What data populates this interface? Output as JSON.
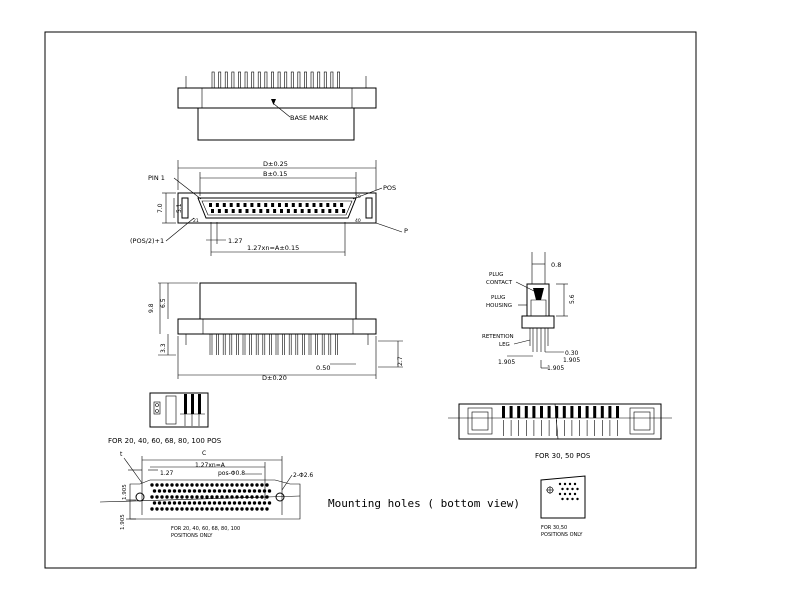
{
  "top_view": {
    "base_mark": "BASE MARK"
  },
  "front_view": {
    "d_tol": "D±0.25",
    "b_tol": "B±0.15",
    "pin1": "PIN 1",
    "pos": "POS",
    "pos_half": "(POS/2)+1",
    "p": "P",
    "pitch": "1.27",
    "pitch_a": "1.27xn=A±0.15",
    "h7": "7.0",
    "h51": "5.1",
    "pin_num_top": "20",
    "pin_num_bot": "40",
    "pin_num_left": "21"
  },
  "side_view": {
    "h98": "9.8",
    "h65": "6.5",
    "h33": "3.3",
    "d020": "D±0.20",
    "d050": "0.50",
    "h27": "2.7"
  },
  "detail_view": {
    "d08": "0.8",
    "plug_contact": [
      "PLUG",
      "CONTACT"
    ],
    "plug_housing": [
      "PLUG",
      "HOUSING"
    ],
    "retention_leg": [
      "RETENTION",
      "LEG"
    ],
    "d56": "5.6",
    "d030": "0.30",
    "d1905a": "1.905",
    "d1905b": "1.905",
    "d1905c": "1.905"
  },
  "pos_label_left": "FOR 20, 40, 60, 68, 80, 100 POS",
  "pos_label_right": "FOR 30, 50 POS",
  "mounting": {
    "title": "Mounting holes ( bottom view)",
    "c": "C",
    "t": "t",
    "d1905": "1.905",
    "d127": "1.27",
    "d127a": "1.27xn=A",
    "dia": "pos-Φ0.8",
    "dia2": "2-Φ2.6",
    "note_left": [
      "FOR 20, 40, 60, 68, 80, 100",
      "POSITIONS ONLY"
    ],
    "note_right": [
      "FOR 30,50",
      "POSITIONS ONLY"
    ],
    "d1905_v": "1.905"
  }
}
